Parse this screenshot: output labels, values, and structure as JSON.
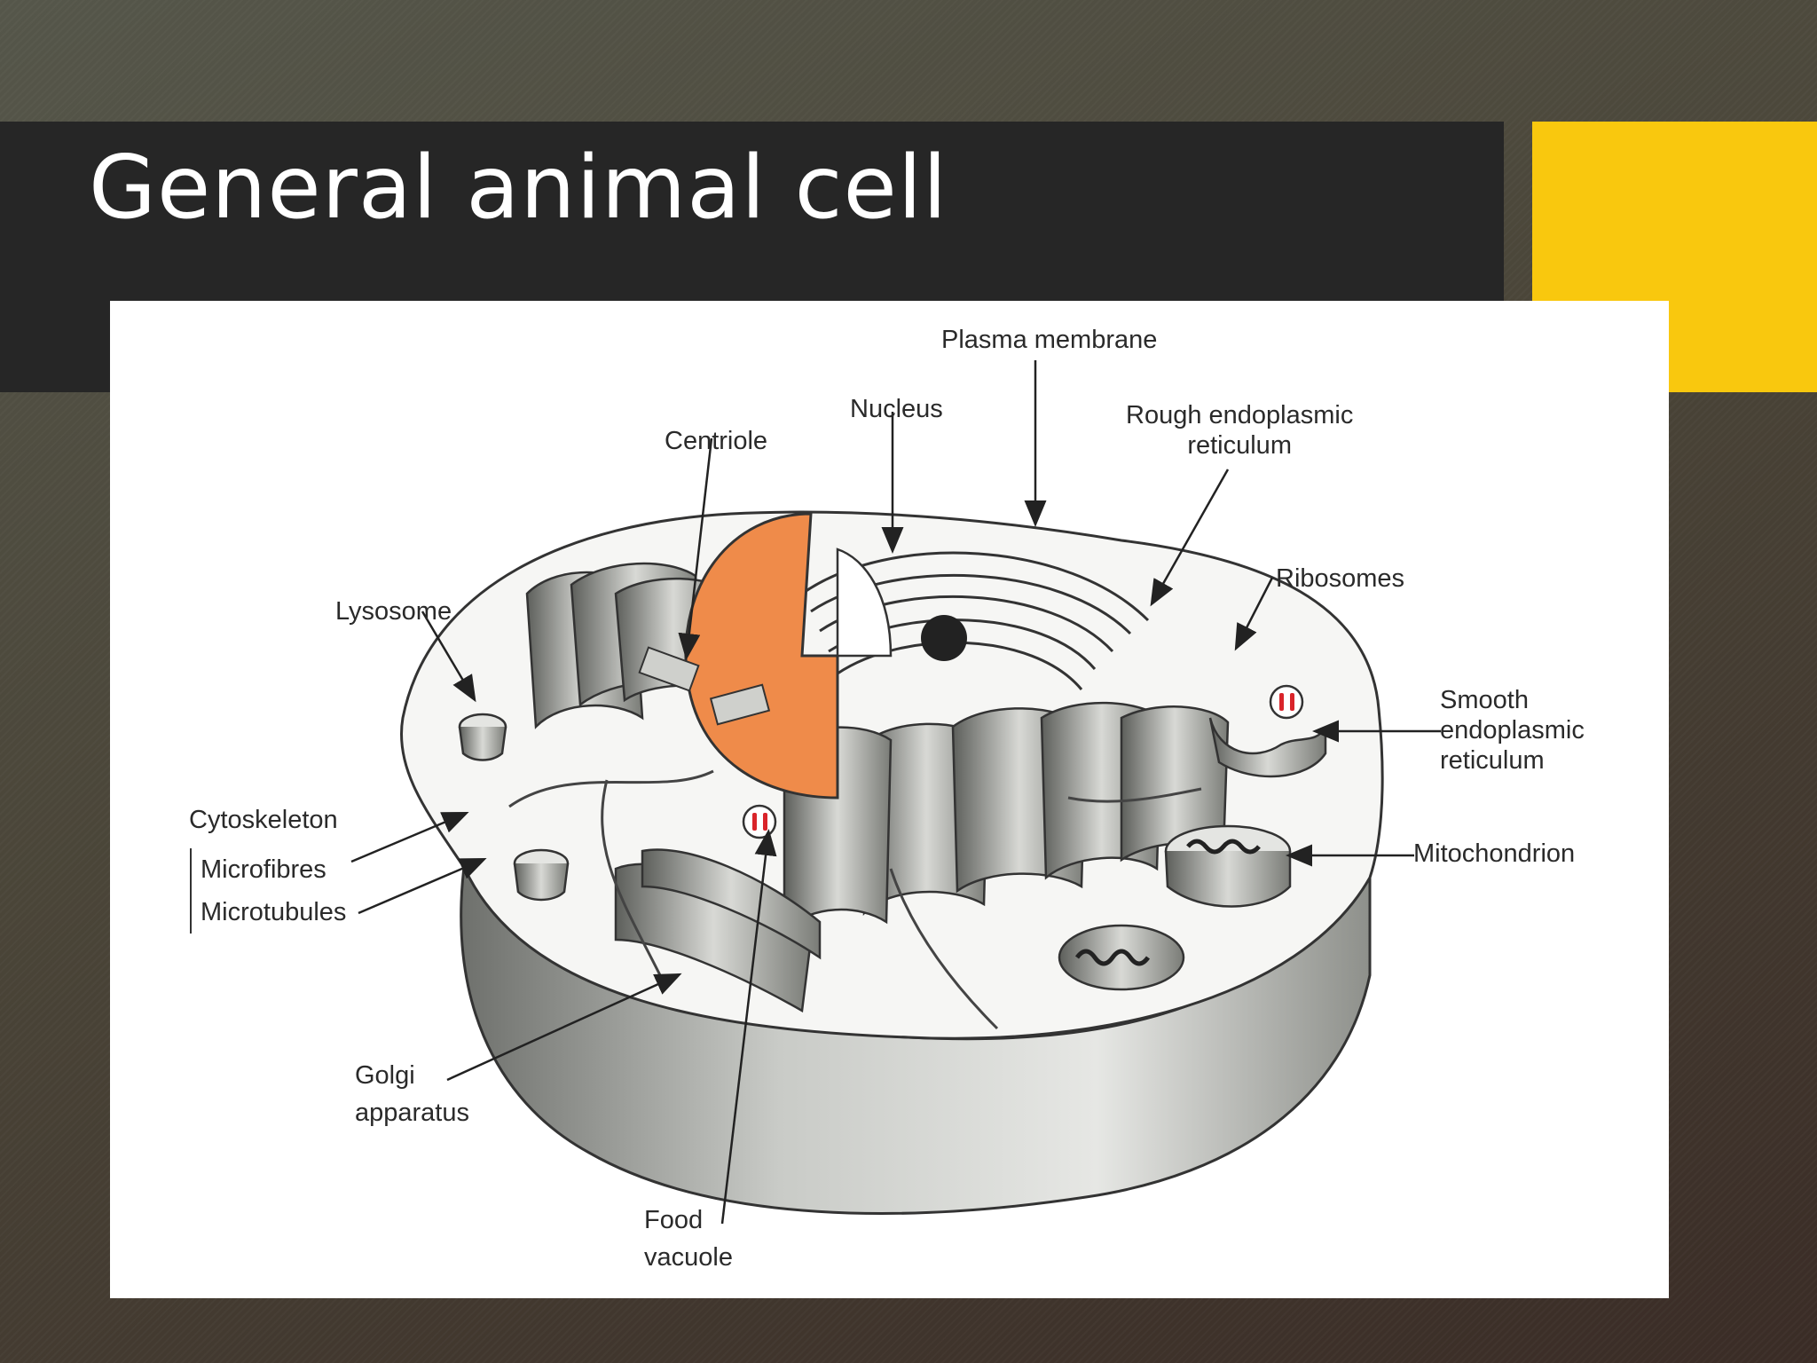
{
  "slide": {
    "title": "General animal cell"
  },
  "colors": {
    "title_bar": "#262626",
    "accent": "#f9c80e",
    "nucleus": "#ef8b4a",
    "food_vacuole_mark": "#d9242a"
  },
  "diagram": {
    "labels": {
      "plasma_membrane": "Plasma membrane",
      "nucleus": "Nucleus",
      "centriole": "Centriole",
      "rough_er_line1": "Rough endoplasmic",
      "rough_er_line2": "reticulum",
      "ribosomes": "Ribosomes",
      "lysosome": "Lysosome",
      "smooth_er_line1": "Smooth",
      "smooth_er_line2": "endoplasmic",
      "smooth_er_line3": "reticulum",
      "cytoskeleton": "Cytoskeleton",
      "microfibres": "Microfibres",
      "microtubules": "Microtubules",
      "mitochondrion": "Mitochondrion",
      "golgi_line1": "Golgi",
      "golgi_line2": "apparatus",
      "food_vacuole_line1": "Food",
      "food_vacuole_line2": "vacuole"
    }
  }
}
